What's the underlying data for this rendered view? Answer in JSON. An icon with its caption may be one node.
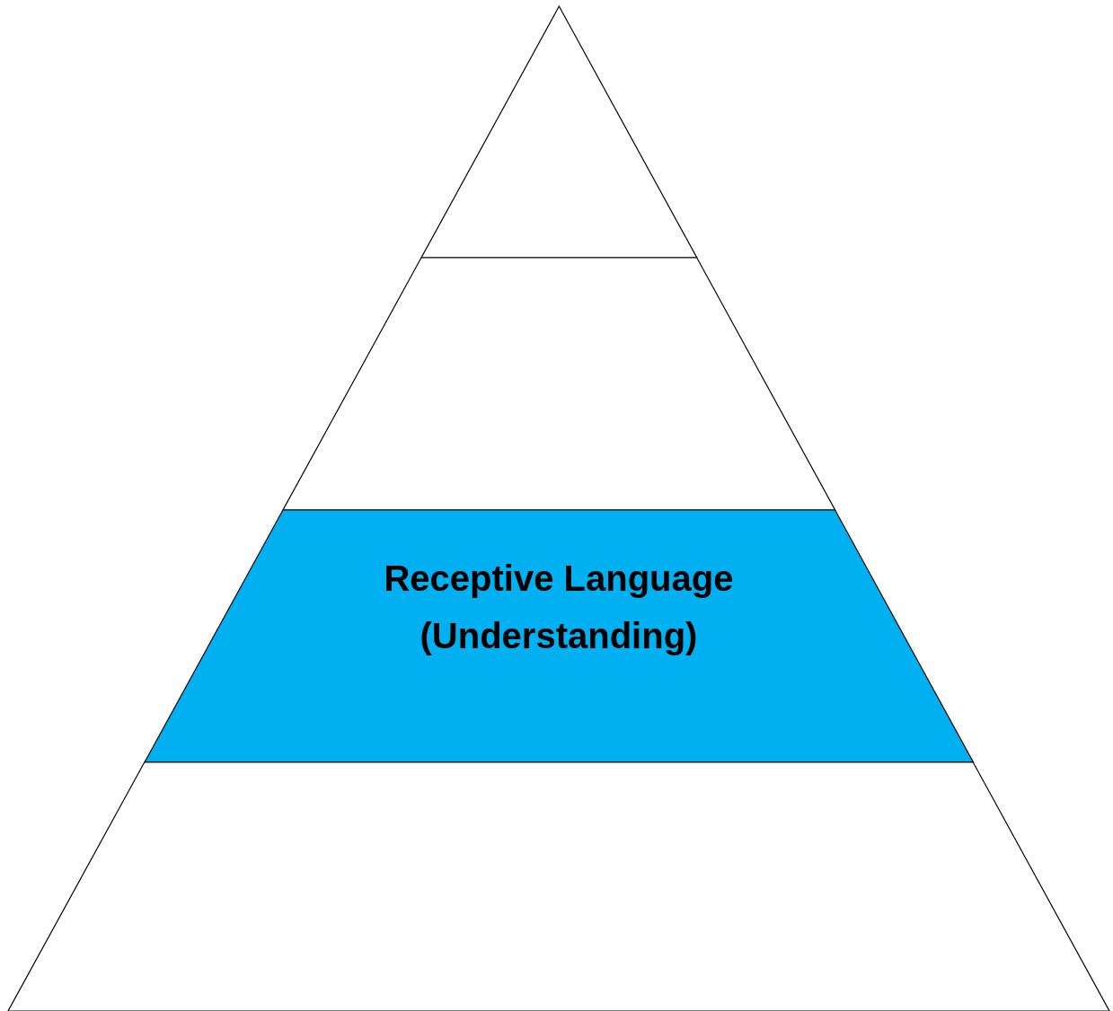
{
  "diagram": {
    "nodes": [
      {
        "text": [],
        "shape": "triangle"
      },
      {
        "text": [],
        "shape": "trapezoid"
      },
      {
        "text": [
          "Receptive Language (Understanding)"
        ]
      },
      {
        "text": [],
        "shape": "trapezoid"
      }
    ]
  }
}
